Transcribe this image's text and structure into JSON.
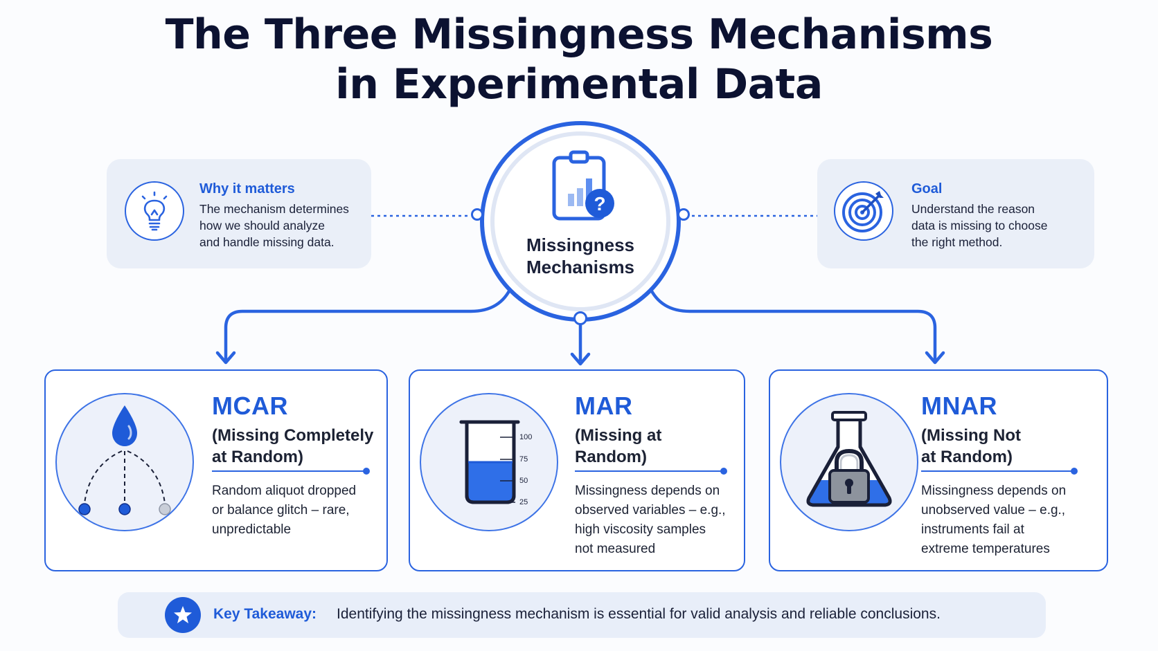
{
  "title": {
    "line1": "The Three Missingness Mechanisms",
    "line2": "in Experimental Data"
  },
  "center": {
    "line1": "Missingness",
    "line2": "Mechanisms",
    "icon": "clipboard-chart-question-icon"
  },
  "why": {
    "title": "Why it matters",
    "text": "The mechanism determines\nhow we should analyze\nand handle missing data.",
    "icon": "lightbulb-icon"
  },
  "goal": {
    "title": "Goal",
    "text": "Understand the reason\ndata is missing to choose\nthe right method.",
    "icon": "target-icon"
  },
  "mechanisms": [
    {
      "abbr": "MCAR",
      "full": "(Missing Completely\nat Random)",
      "desc": "Random aliquot dropped\nor balance glitch – rare,\nunpredictable",
      "icon": "droplet-branch-icon"
    },
    {
      "abbr": "MAR",
      "full": "(Missing at\nRandom)",
      "desc": "Missingness depends on\nobserved variables – e.g.,\nhigh viscosity samples\nnot measured",
      "icon": "beaker-icon",
      "beaker_ticks": [
        "100",
        "75",
        "50",
        "25"
      ]
    },
    {
      "abbr": "MNAR",
      "full": "(Missing Not\nat Random)",
      "desc": "Missingness depends on\nunobserved value – e.g.,\ninstruments fail at\nextreme temperatures",
      "icon": "flask-lock-icon"
    }
  ],
  "takeaway": {
    "label": "Key Takeaway:",
    "text": "Identifying the missingness mechanism is essential for valid analysis and reliable conclusions.",
    "icon": "star-icon"
  },
  "colors": {
    "accent": "#2a63e0",
    "accent_light": "#edf1fa",
    "card_bg": "#eaeff8",
    "title": "#0c1231"
  }
}
